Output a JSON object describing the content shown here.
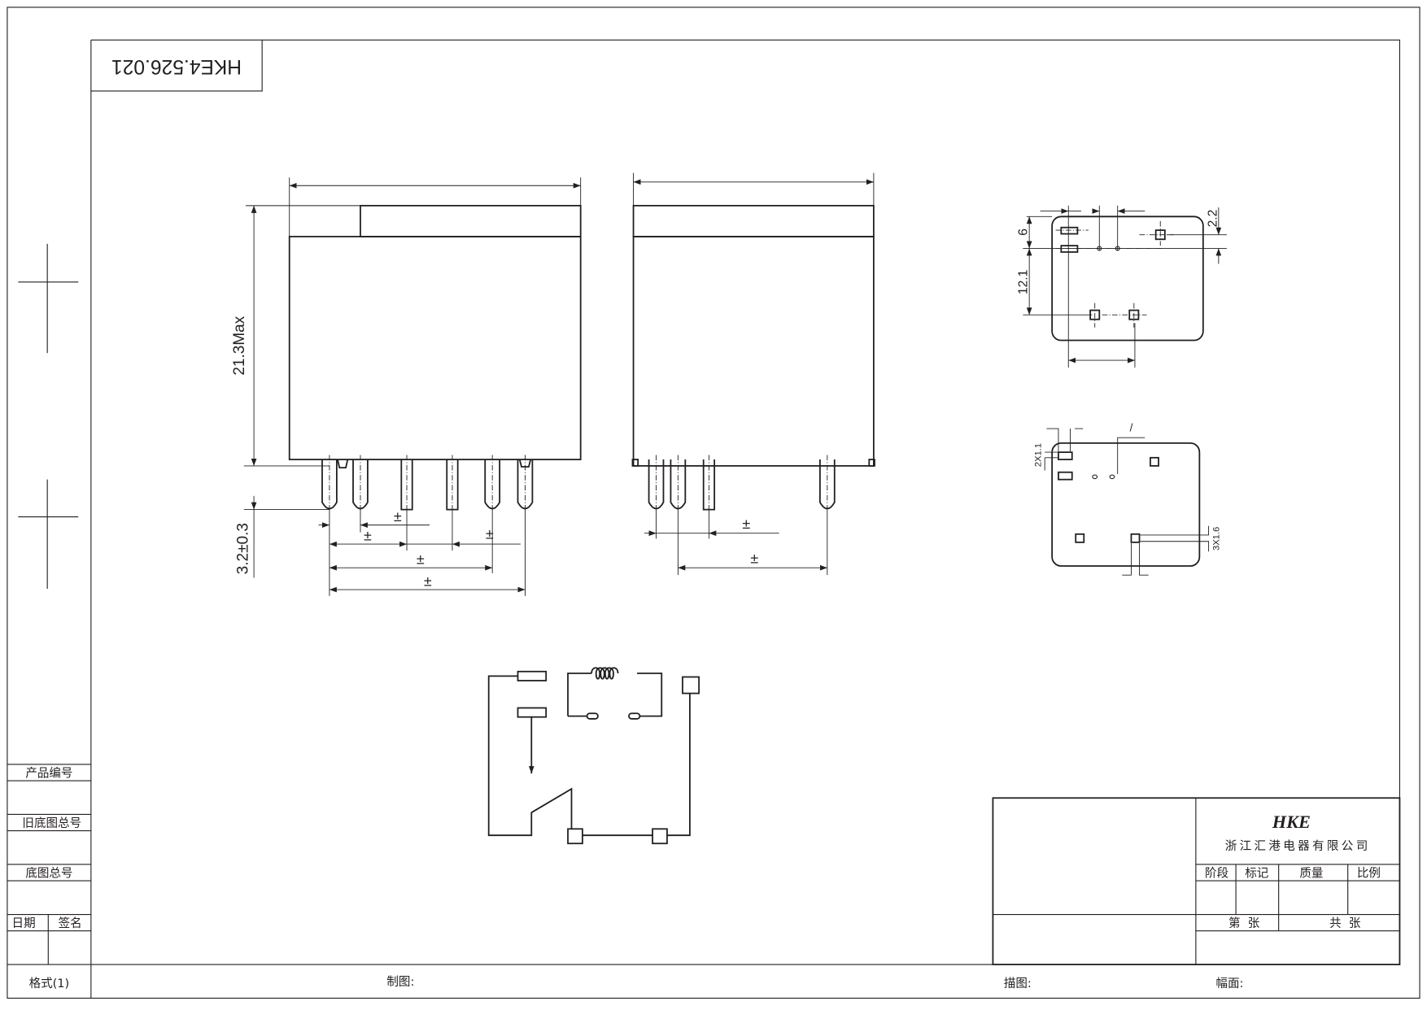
{
  "drawing": {
    "number": "HKE4.526.021",
    "dims": {
      "height": "21.3Max",
      "pin_length": "3.2±0.3",
      "pm": "±",
      "top_offset": "6",
      "coil_pitch": "12.1",
      "right_offset": "2.2",
      "pad_slots": "2X1.1",
      "pad_squares": "3X1.6",
      "hole_mark": "/"
    }
  },
  "left_column": {
    "product_no": "产品编号",
    "old_base_no": "旧底图总号",
    "base_no": "底图总号",
    "date": "日期",
    "signature": "签名",
    "format": "格式(1)"
  },
  "footer": {
    "drawn": "制图:",
    "traced": "描图:",
    "sheet_size": "幅面:"
  },
  "title_block": {
    "logo": "HKE",
    "company": "浙江汇港电器有限公司",
    "stage": "阶段",
    "mark": "标记",
    "weight": "质量",
    "scale": "比例",
    "sheet_no": "第  张",
    "sheet_total": "共  张"
  }
}
